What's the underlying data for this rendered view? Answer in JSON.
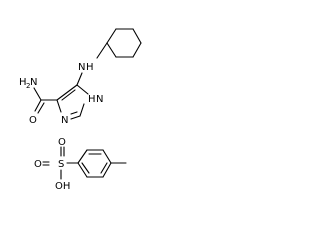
{
  "molecule_1": {
    "amide_N": "N",
    "amide_H": "H",
    "amide_H_count": "2",
    "amide_O": "O",
    "amine_N": "N",
    "amine_H": "H",
    "ring_N_top": "N",
    "ring_N_top_H": "H",
    "ring_N_bottom": "N"
  },
  "molecule_2": {
    "sulfur": "S",
    "oxygen_top": "O",
    "oxygen_bottom": "O",
    "hydroxyl": "OH"
  },
  "colors": {
    "ink": "#000000",
    "background": "#ffffff"
  }
}
